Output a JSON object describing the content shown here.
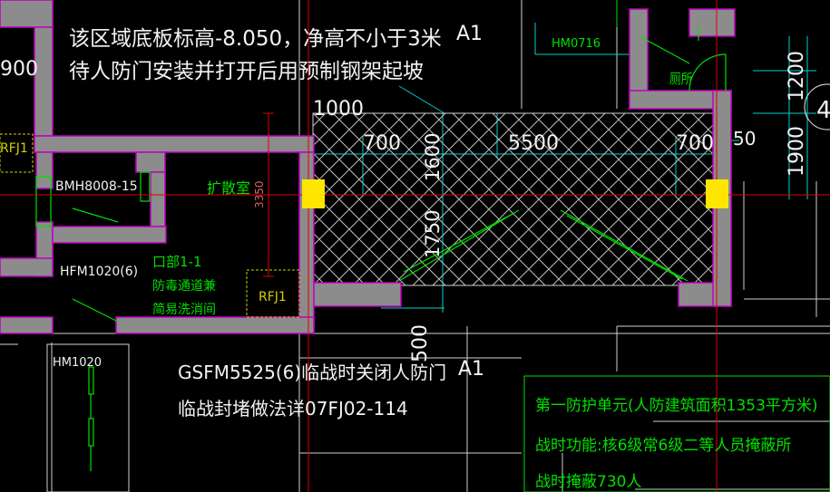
{
  "colors": {
    "background": "#000000",
    "wall": "#8c8c8c",
    "wall_edge": "#c000c0",
    "dim_cyan": "#00d0d0",
    "axis_red": "#e00000",
    "green": "#00ff00",
    "yellow": "#ffe600",
    "white": "#f2f2f2"
  },
  "notes": {
    "floor_line1": "该区域底板标高-8.050，净高不小于3米",
    "floor_line2": "待人防门安装并打开后用预制钢架起坡",
    "door_line1": "GSFM5525(6)临战时关闭人防门",
    "door_line2": "临战封堵做法详07FJ02-114"
  },
  "axes": {
    "a1_top": "A1",
    "a1_bottom": "A1"
  },
  "dimensions": {
    "d1000": "1000",
    "d700_left": "700",
    "d1600": "1600",
    "d5500": "5500",
    "d700_right": "700",
    "d50": "50",
    "d1750": "1750",
    "d3350": "3350",
    "d1200": "1200",
    "d1900": "1900",
    "d500": "500",
    "d900": "900"
  },
  "labels": {
    "hm0716": "HM0716",
    "toilet": "厕所",
    "bmh": "BMH8008-15",
    "expansion_room": "扩散室",
    "rfj1_left": "RFJ1",
    "rfj1_right": "RFJ1",
    "hfm": "HFM1020(6)",
    "port_title": "口部1-1",
    "port_line2": "防毒通道兼",
    "port_line3": "简易洗消间",
    "hm1020": "HM1020",
    "digit_4": "4"
  },
  "unit_info": {
    "line1": "第一防护单元(人防建筑面积1353平方米)",
    "line2": "战时功能:核6级常6级二等人员掩蔽所",
    "line3": "战时掩蔽730人"
  }
}
